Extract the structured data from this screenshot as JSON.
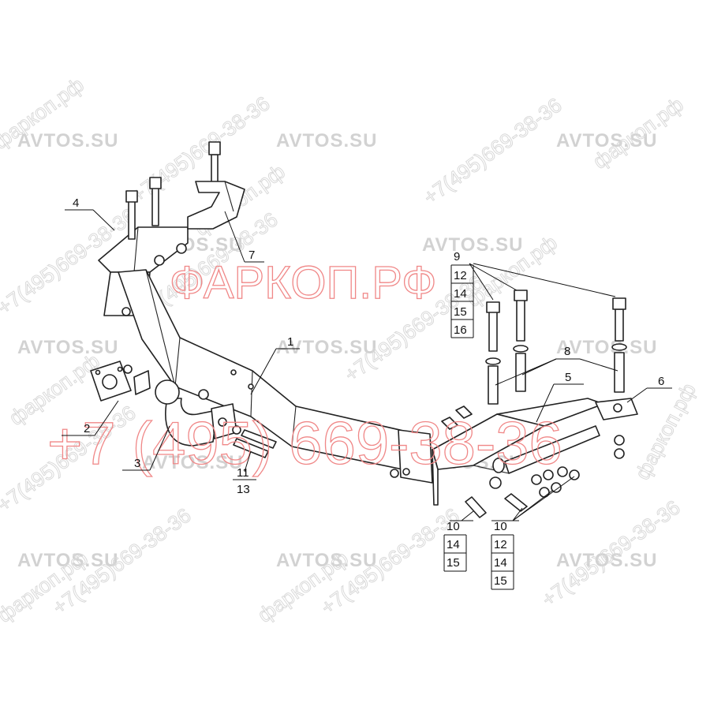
{
  "watermarks": {
    "site": "AVTOS.SU",
    "phone_red": "+7 (495) 669-38-36",
    "brand_red": "ФАРКОП.РФ",
    "diag_a": "+7(495)669-38-36",
    "diag_b": "фаркоп.рф",
    "red_color": "#f08888"
  },
  "callouts": {
    "c1": "1",
    "c2": "2",
    "c3": "3",
    "c4": "4",
    "c5": "5",
    "c6": "6",
    "c7": "7",
    "c8": "8",
    "c9": "9",
    "c12a": "12",
    "c14a": "14",
    "c15a": "15",
    "c16a": "16",
    "c11": "11",
    "c13": "13",
    "c10a": "10",
    "c14b": "14",
    "c15b": "15",
    "c10b": "10",
    "c12b": "12",
    "c14c": "14",
    "c15c": "15"
  }
}
